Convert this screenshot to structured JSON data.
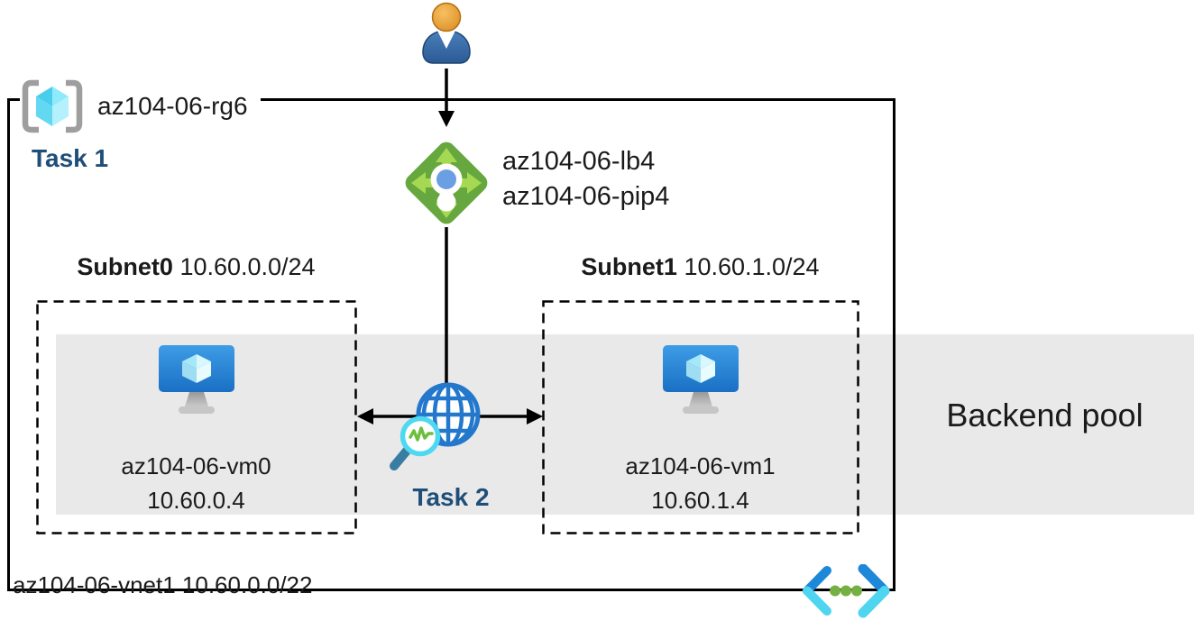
{
  "resource_group": {
    "label": "az104-06-rg6",
    "task": "Task 1"
  },
  "load_balancer": {
    "name": "az104-06-lb4",
    "public_ip": "az104-06-pip4"
  },
  "subnets": [
    {
      "name": "Subnet0",
      "cidr": "10.60.0.0/24",
      "vm": {
        "name": "az104-06-vm0",
        "ip": "10.60.0.4"
      }
    },
    {
      "name": "Subnet1",
      "cidr": "10.60.1.0/24",
      "vm": {
        "name": "az104-06-vm1",
        "ip": "10.60.1.4"
      }
    }
  ],
  "probe": {
    "task": "Task 2"
  },
  "backend_pool": {
    "label": "Backend pool"
  },
  "vnet": {
    "label": "az104-06-vnet1 10.60.0.0/22"
  },
  "icons": {
    "user": "user-person-icon",
    "resource_group": "resource-group-brackets-cube-icon",
    "load_balancer": "load-balancer-diamond-icon",
    "virtual_machine": "vm-monitor-cube-icon",
    "health_probe": "globe-magnifier-probe-icon",
    "virtual_network": "vnet-chevron-dots-icon"
  },
  "colors": {
    "task_text": "#1f4e79",
    "backend_band": "#e9e9e9",
    "lb_green": "#66a83f",
    "lb_arrow_green": "#a6d952",
    "azure_blue": "#2478cc",
    "cyan": "#50d5f0",
    "vnet_dot_green": "#76b043",
    "vm_monitor_blue": "#1a70c4",
    "head_orange": "#e89a2e",
    "body_blue": "#2b5a94",
    "border_black": "#000000"
  }
}
